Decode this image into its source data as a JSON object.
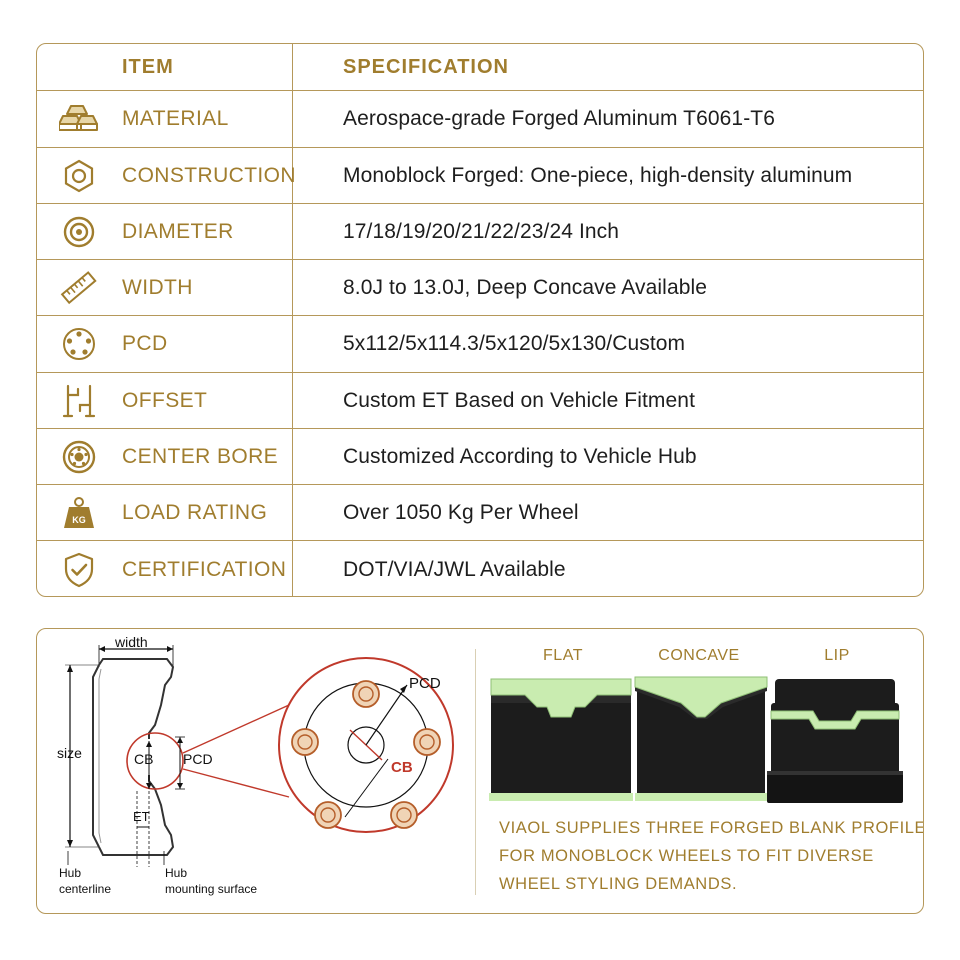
{
  "table": {
    "header": {
      "item": "ITEM",
      "spec": "SPECIFICATION"
    },
    "rows": [
      {
        "icon": "gold-bars-icon",
        "label": "MATERIAL",
        "spec": "Aerospace-grade Forged Aluminum T6061-T6"
      },
      {
        "icon": "hexagon-bolt-icon",
        "label": "CONSTRUCTION",
        "spec": "Monoblock Forged: One-piece, high-density aluminum"
      },
      {
        "icon": "concentric-circle-icon",
        "label": "DIAMETER",
        "spec": "17/18/19/20/21/22/23/24 Inch"
      },
      {
        "icon": "ruler-icon",
        "label": "WIDTH",
        "spec": "8.0J to 13.0J, Deep Concave Available"
      },
      {
        "icon": "bolt-circle-icon",
        "label": "PCD",
        "spec": "5x112/5x114.3/5x120/5x130/Custom"
      },
      {
        "icon": "offset-bracket-icon",
        "label": "OFFSET",
        "spec": "Custom ET Based on Vehicle Fitment"
      },
      {
        "icon": "hub-icon",
        "label": "CENTER BORE",
        "spec": "Customized According to Vehicle Hub"
      },
      {
        "icon": "kg-weight-icon",
        "label": "LOAD RATING",
        "spec": "Over 1050 Kg Per Wheel"
      },
      {
        "icon": "shield-check-icon",
        "label": "CERTIFICATION",
        "spec": "DOT/VIA/JWL Available"
      }
    ]
  },
  "diagram": {
    "width_label": "width",
    "size_label": "size",
    "cb_label": "CB",
    "pcd_label": "PCD",
    "et_label": "ET",
    "hub_centerline": [
      "Hub",
      "centerline"
    ],
    "hub_mounting": [
      "Hub",
      "mounting surface"
    ],
    "zoom_pcd_label": "PCD",
    "zoom_cb_label": "CB"
  },
  "profiles": {
    "labels": [
      "FLAT",
      "CONCAVE",
      "LIP"
    ],
    "description": [
      "VIAOL SUPPLIES THREE FORGED BLANK PROFILES",
      "FOR MONOBLOCK WHEELS TO FIT DIVERSE",
      "WHEEL STYLING DEMANDS."
    ]
  },
  "colors": {
    "gold": "#a07d2e",
    "border": "#b5985a",
    "accent_red": "#c0392b",
    "profile_green": "#c9ecb0"
  }
}
